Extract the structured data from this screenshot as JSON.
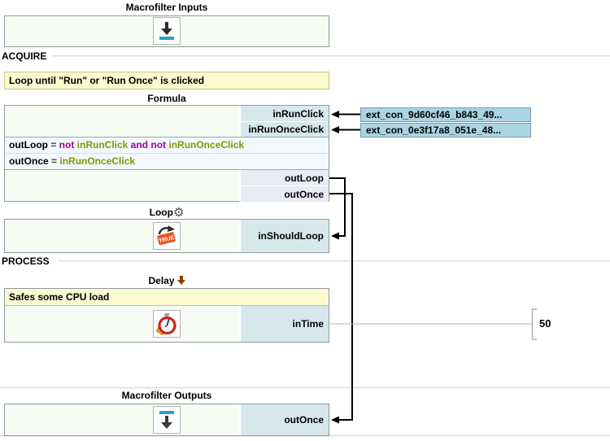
{
  "inputs_block": {
    "title": "Macrofilter Inputs"
  },
  "outputs_block": {
    "title": "Macrofilter Outputs",
    "out_port": "outOnce"
  },
  "sections": {
    "acquire": "ACQUIRE",
    "process": "PROCESS"
  },
  "comments": {
    "acquire": "Loop until \"Run\" or \"Run Once\" is clicked",
    "delay": "Safes some CPU load"
  },
  "formula_block": {
    "title": "Formula",
    "in_ports": [
      "inRunClick",
      "inRunOnceClick"
    ],
    "out_ports": [
      "outLoop",
      "outOnce"
    ],
    "expr1": {
      "lhs": "outLoop",
      "eq": " = ",
      "kw1": "not ",
      "id1": "inRunClick",
      "kw2": " and ",
      "kw3": "not ",
      "id2": "inRunOnceClick"
    },
    "expr2": {
      "lhs": "outOnce",
      "eq": " = ",
      "id1": "inRunOnceClick"
    }
  },
  "external_connections": {
    "first": "ext_con_9d60cf46_b843_49...",
    "second": "ext_con_0e3f17a8_051e_48..."
  },
  "loop_block": {
    "title": "Loop",
    "in_port": "inShouldLoop",
    "true_label": "TRUE"
  },
  "delay_block": {
    "title": "Delay",
    "in_port": "inTime",
    "value": "50"
  },
  "colors": {
    "wire": "#000000",
    "ext_con_bg": "#a9d4e4",
    "comment_bg": "#fbf9cf",
    "input_port_bg": "#d7e8ec",
    "output_port_bg": "#e9ebf6",
    "block_bg": "#f6fcf3",
    "accent_blue": "#2e9bd2",
    "loop_tag_orange": "#e8541e",
    "stopwatch_red": "#cc2222"
  }
}
